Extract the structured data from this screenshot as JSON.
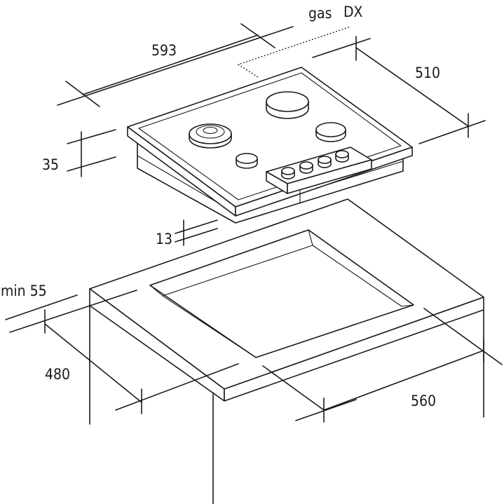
{
  "labels": {
    "gas": "gas",
    "dx": "DX",
    "width_hob": "593",
    "depth_hob": "510",
    "height_hob": "35",
    "lip": "13",
    "min_edge": "min 55",
    "cut_depth": "480",
    "cut_width": "560"
  },
  "colors": {
    "line": "#1a1a1a",
    "background": "#ffffff"
  }
}
